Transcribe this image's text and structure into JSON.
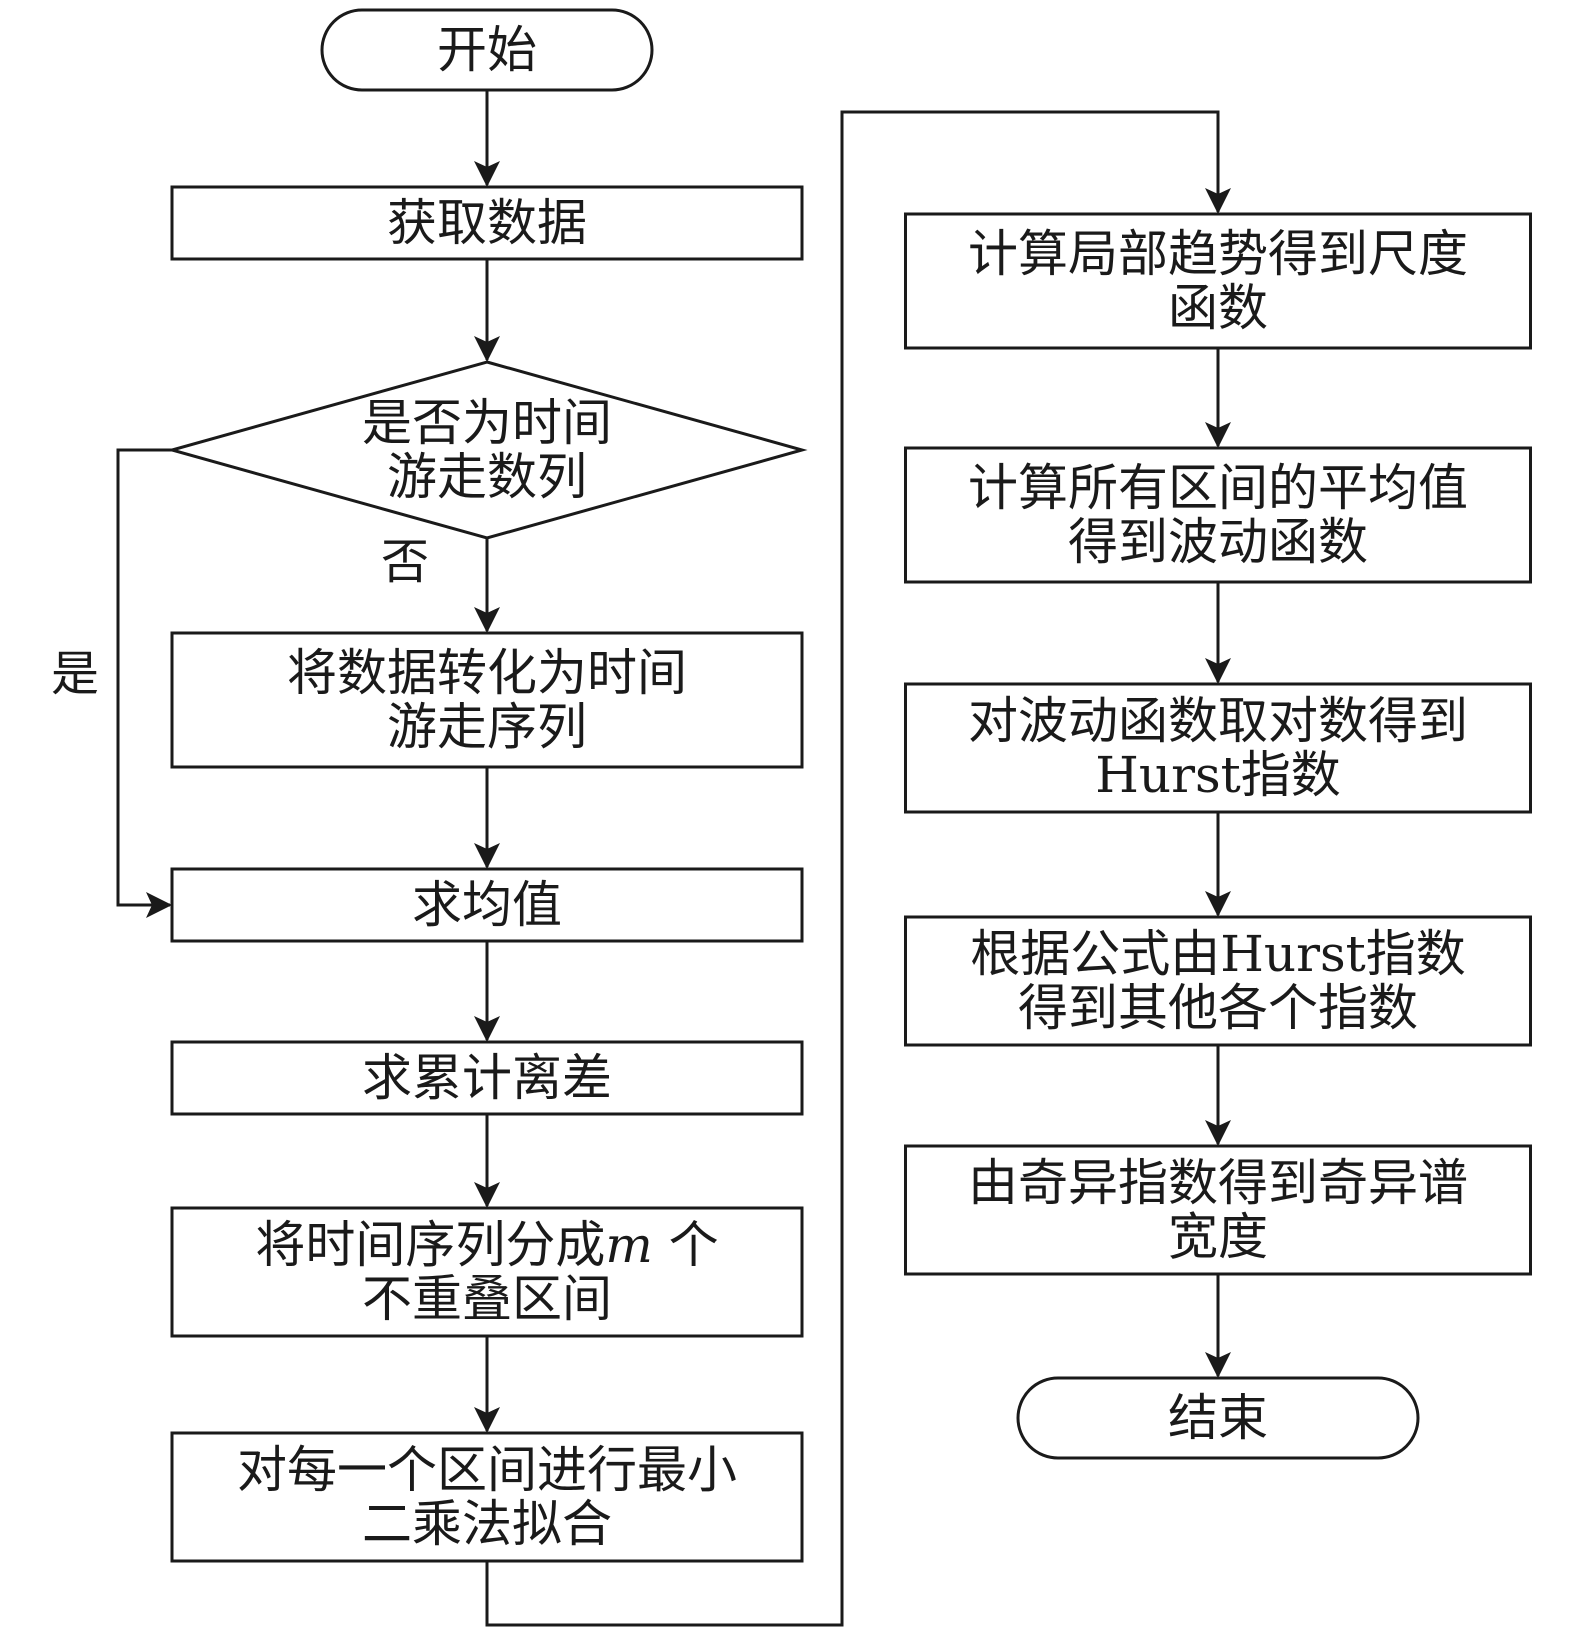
{
  "diagram": {
    "type": "flowchart",
    "line_color": "#1a1a1a",
    "background": "#ffffff",
    "nodes": [
      {
        "id": "start",
        "shape": "terminal",
        "lines": [
          "开始"
        ]
      },
      {
        "id": "get-data",
        "shape": "process",
        "lines": [
          "获取数据"
        ]
      },
      {
        "id": "is-random-walk",
        "shape": "decision",
        "lines": [
          "是否为时间",
          "游走数列"
        ]
      },
      {
        "id": "convert",
        "shape": "process",
        "lines": [
          "将数据转化为时间",
          "游走序列"
        ]
      },
      {
        "id": "mean",
        "shape": "process",
        "lines": [
          "求均值"
        ]
      },
      {
        "id": "cum-dev",
        "shape": "process",
        "lines": [
          "求累计离差"
        ]
      },
      {
        "id": "split",
        "shape": "process",
        "lines": [
          "将时间序列分成m 个",
          "不重叠区间"
        ]
      },
      {
        "id": "lsq-fit",
        "shape": "process",
        "lines": [
          "对每一个区间进行最小",
          "二乘法拟合"
        ]
      },
      {
        "id": "local-trend",
        "shape": "process",
        "lines": [
          "计算局部趋势得到尺度",
          "函数"
        ]
      },
      {
        "id": "avg-all",
        "shape": "process",
        "lines": [
          "计算所有区间的平均值",
          "得到波动函数"
        ]
      },
      {
        "id": "log-hurst",
        "shape": "process",
        "lines": [
          "对波动函数取对数得到",
          "Hurst指数"
        ]
      },
      {
        "id": "other-exp",
        "shape": "process",
        "lines": [
          "根据公式由Hurst指数",
          "得到其他各个指数"
        ]
      },
      {
        "id": "spectrum-width",
        "shape": "process",
        "lines": [
          "由奇异指数得到奇异谱",
          "宽度"
        ]
      },
      {
        "id": "end",
        "shape": "terminal",
        "lines": [
          "结束"
        ]
      }
    ],
    "edges": [
      {
        "from": "start",
        "to": "get-data",
        "label": ""
      },
      {
        "from": "get-data",
        "to": "is-random-walk",
        "label": ""
      },
      {
        "from": "is-random-walk",
        "to": "convert",
        "label": "否"
      },
      {
        "from": "is-random-walk",
        "to": "mean",
        "label": "是"
      },
      {
        "from": "convert",
        "to": "mean",
        "label": ""
      },
      {
        "from": "mean",
        "to": "cum-dev",
        "label": ""
      },
      {
        "from": "cum-dev",
        "to": "split",
        "label": ""
      },
      {
        "from": "split",
        "to": "lsq-fit",
        "label": ""
      },
      {
        "from": "lsq-fit",
        "to": "local-trend",
        "label": ""
      },
      {
        "from": "local-trend",
        "to": "avg-all",
        "label": ""
      },
      {
        "from": "avg-all",
        "to": "log-hurst",
        "label": ""
      },
      {
        "from": "log-hurst",
        "to": "other-exp",
        "label": ""
      },
      {
        "from": "other-exp",
        "to": "spectrum-width",
        "label": ""
      },
      {
        "from": "spectrum-width",
        "to": "end",
        "label": ""
      }
    ]
  }
}
